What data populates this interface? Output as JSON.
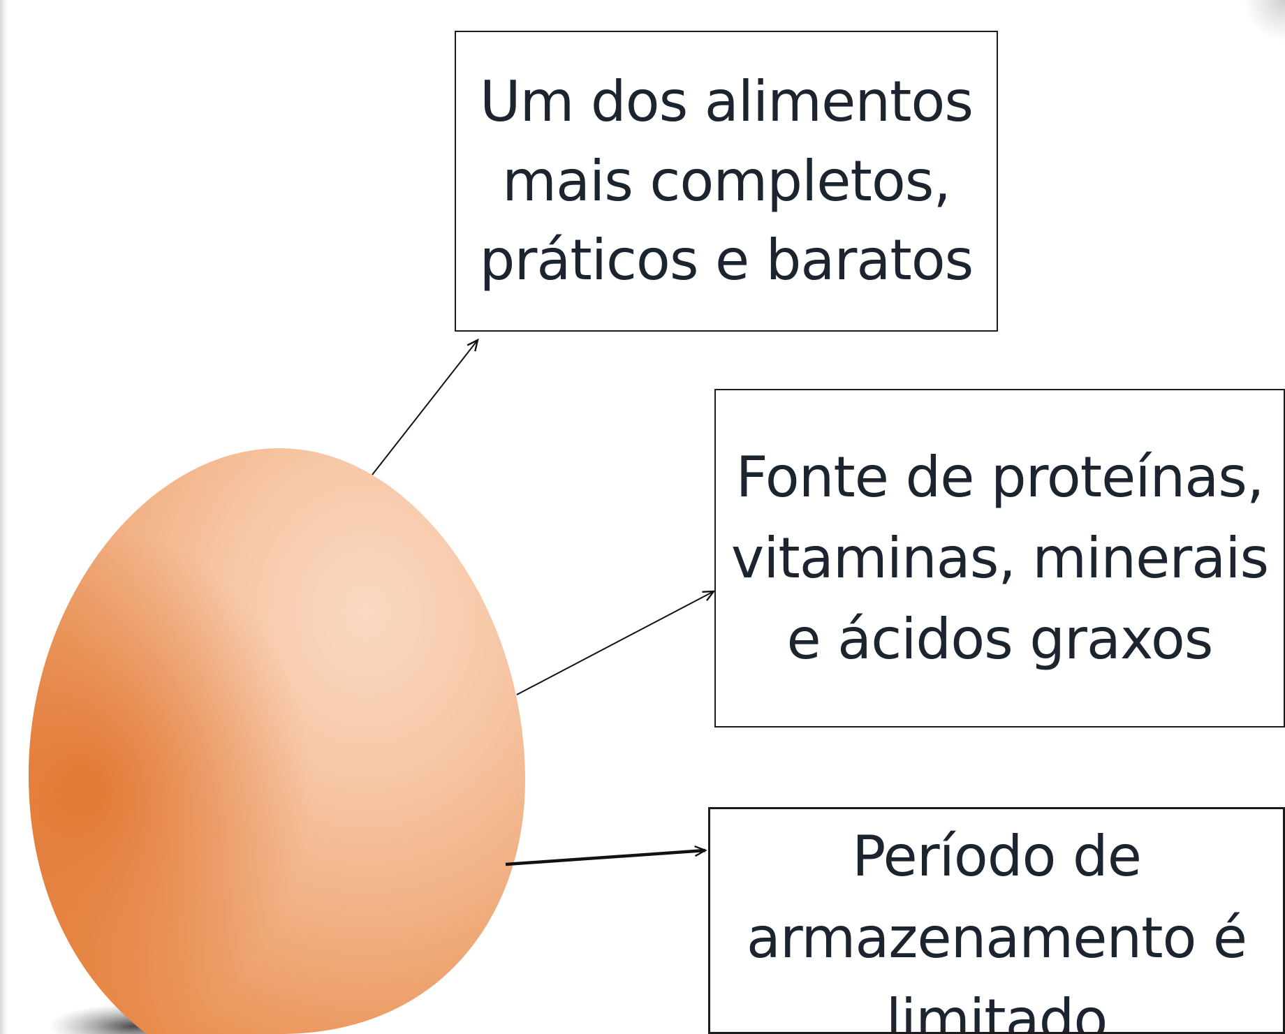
{
  "boxes": [
    {
      "text": "Um dos alimentos\nmais completos,\npráticos e baratos"
    },
    {
      "text": "Fonte de proteínas,\nvitaminas, minerais\ne ácidos graxos"
    },
    {
      "text": "Período de\narmazenamento é\nlimitado"
    }
  ],
  "colors": {
    "egg_highlight": "#fad7c0",
    "egg_mid": "#f2b58d",
    "egg_shadow": "#e2782f",
    "text": "#1c2430",
    "border": "#1b1b1b"
  }
}
